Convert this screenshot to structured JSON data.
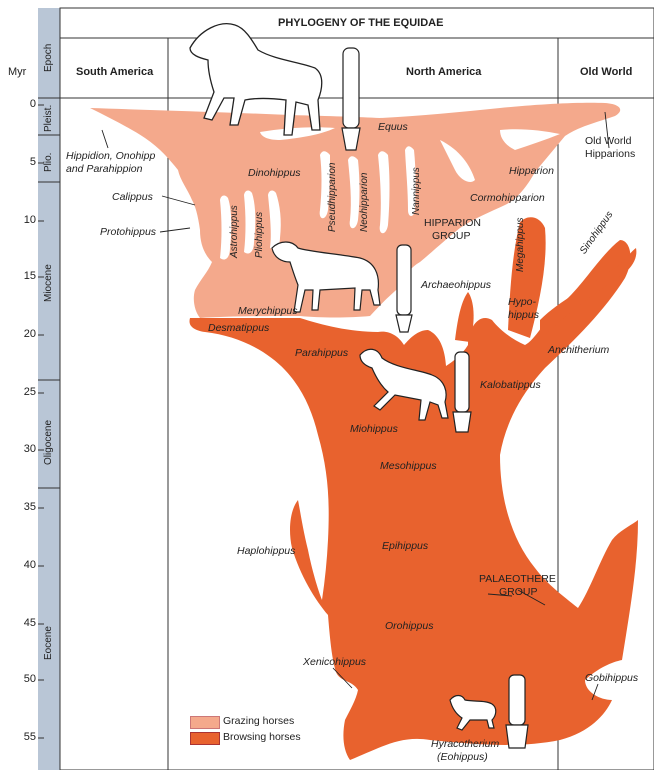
{
  "title": "PHYLOGENY OF THE EQUIDAE",
  "axis": {
    "unit": "Myr",
    "epoch_header": "Epoch",
    "ticks": [
      "0",
      "5",
      "10",
      "15",
      "20",
      "25",
      "30",
      "35",
      "40",
      "45",
      "50",
      "55"
    ],
    "epochs": [
      "Pleist.",
      "Plio.",
      "Miocene",
      "Oligocene",
      "Eocene"
    ]
  },
  "regions": [
    "South America",
    "North America",
    "Old World"
  ],
  "taxa": {
    "equus": "Equus",
    "hippidion": "Hippidion, Onohipp",
    "parahippion": "and Parahippion",
    "dinohippus": "Dinohippus",
    "pseudhipparion": "Pseudhipparion",
    "neohipparion": "Neohipparion",
    "nannippus": "Nannippus",
    "hipparion": "Hipparion",
    "oldworld_hipp_1": "Old World",
    "oldworld_hipp_2": "Hipparions",
    "calippus": "Calippus",
    "protohippus": "Protohippus",
    "astrohippus": "Astrohippus",
    "pliohippus": "Pliohippus",
    "cormohipparion": "Cormohipparion",
    "hipparion_group_1": "HIPPARION",
    "hipparion_group_2": "GROUP",
    "megahippus": "Megahippus",
    "sinohippus": "Sinohippus",
    "archaeohippus": "Archaeohippus",
    "hypohippus_1": "Hypo-",
    "hypohippus_2": "hippus",
    "merychippus": "Merychippus",
    "desmatippus": "Desmatippus",
    "parahippus": "Parahippus",
    "anchitherium": "Anchitherium",
    "kalobatippus": "Kalobatippus",
    "miohippus": "Miohippus",
    "mesohippus": "Mesohippus",
    "haplohippus": "Haplohippus",
    "epihippus": "Epihippus",
    "palaeothere_1": "PALAEOTHERE",
    "palaeothere_2": "GROUP",
    "orohippus": "Orohippus",
    "xenicohippus": "Xenicohippus",
    "gobihippus": "Gobihippus",
    "hyracotherium": "Hyracotherium",
    "eohippus": "(Eohippus)"
  },
  "legend": [
    {
      "label": "Grazing horses",
      "color": "#f4a98c"
    },
    {
      "label": "Browsing horses",
      "color": "#e8622e"
    }
  ],
  "colors": {
    "grazing": "#f4a98c",
    "browsing": "#e8622e",
    "axis_bar": "#b9c6d6"
  }
}
